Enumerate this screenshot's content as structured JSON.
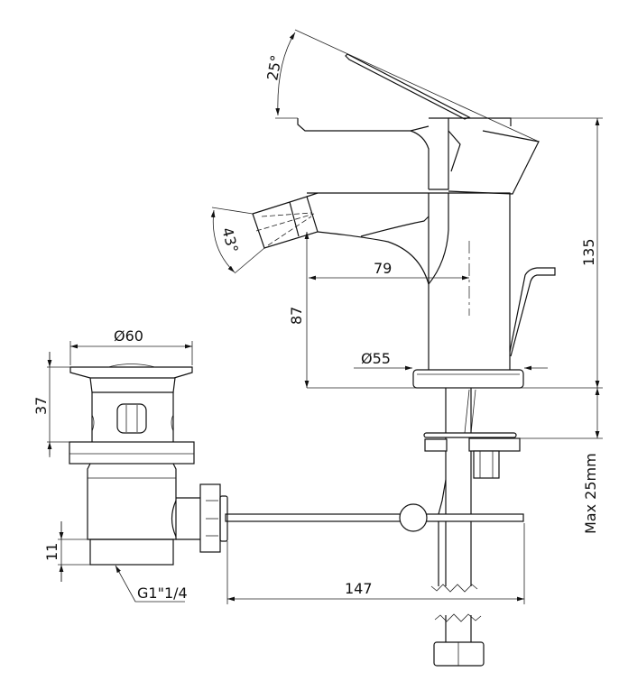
{
  "drawing": {
    "title": "Bidet mixer technical drawing",
    "dimensions": {
      "lever_angle": "25°",
      "spray_angle": "43°",
      "spout_reach": "79",
      "spout_height": "87",
      "total_height": "135",
      "base_diameter": "Ø55",
      "max_deck_thickness": "Max 25mm",
      "rod_length": "147",
      "waste_diameter": "Ø60",
      "waste_height": "37",
      "thread_length": "11",
      "thread_size": "G1\"1/4"
    },
    "colors": {
      "line": "#111111",
      "background": "#ffffff"
    }
  }
}
